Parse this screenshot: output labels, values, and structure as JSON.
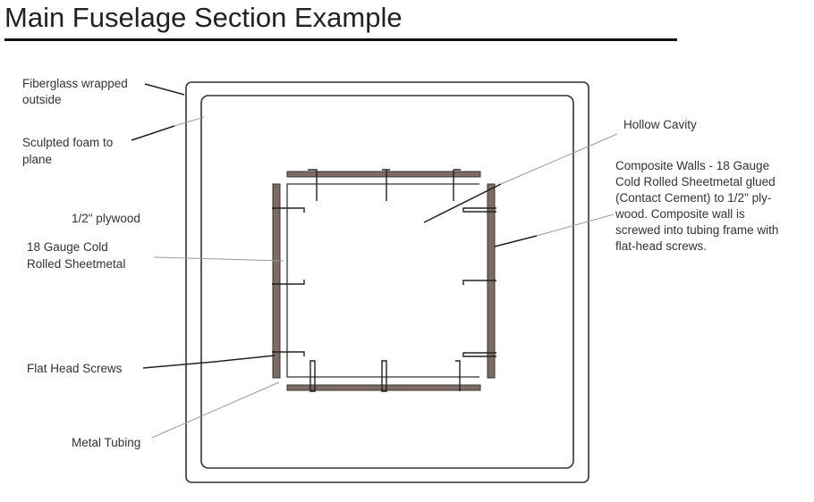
{
  "title": "Main Fuselage Section Example",
  "labels": {
    "fiberglass": [
      "Fiberglass wrapped",
      "outside"
    ],
    "foam": [
      "Sculpted foam to",
      "plane"
    ],
    "plywood": "1/2\" plywood",
    "sheetmetal": [
      "18 Gauge Cold",
      "Rolled Sheetmetal"
    ],
    "screws": "Flat Head Screws",
    "tubing": "Metal Tubing",
    "cavity": "Hollow Cavity",
    "composite": [
      "Composite Walls - 18 Gauge",
      "Cold Rolled Sheetmetal glued",
      "(Contact Cement) to 1/2\" ply-",
      "wood. Composite wall is",
      "screwed into tubing frame with",
      "flat-head screws."
    ]
  },
  "colors": {
    "wall": "#7d6b66"
  }
}
